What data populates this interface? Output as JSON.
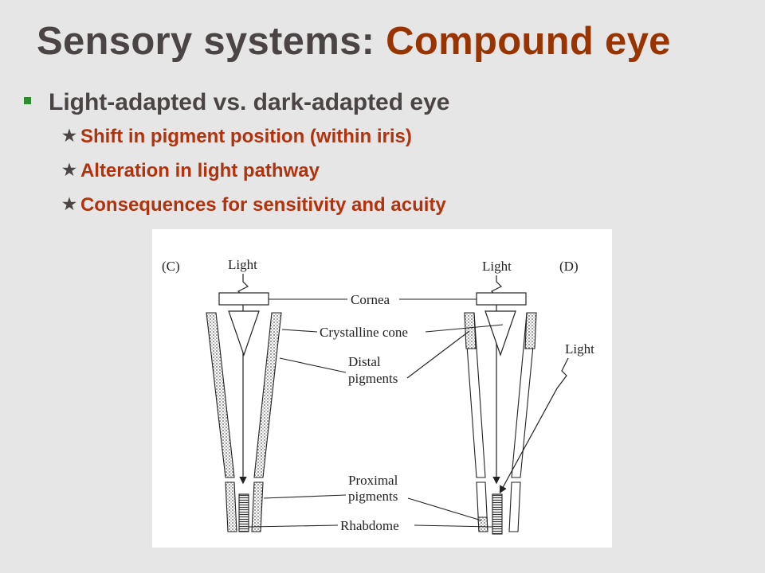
{
  "slide": {
    "title_main": "Sensory systems:",
    "title_accent": "Compound eye",
    "bullet": "Light-adapted vs. dark-adapted eye",
    "sub_bullets": [
      "Shift in pigment position (within iris)",
      "Alteration in light pathway",
      "Consequences for sensitivity and acuity"
    ]
  },
  "figure": {
    "panel_c": "(C)",
    "panel_d": "(D)",
    "light_c": "Light",
    "light_d_top": "Light",
    "light_d_side": "Light",
    "cornea": "Cornea",
    "cone": "Crystalline cone",
    "distal_1": "Distal",
    "distal_2": "pigments",
    "proximal_1": "Proximal",
    "proximal_2": "pigments",
    "rhabdome": "Rhabdome"
  },
  "colors": {
    "title_text": "#4a4444",
    "title_accent": "#993300",
    "sub_bullet_text": "#b0330e",
    "bullet_marker": "#2e8b2e",
    "background": "#e6e6e6"
  }
}
